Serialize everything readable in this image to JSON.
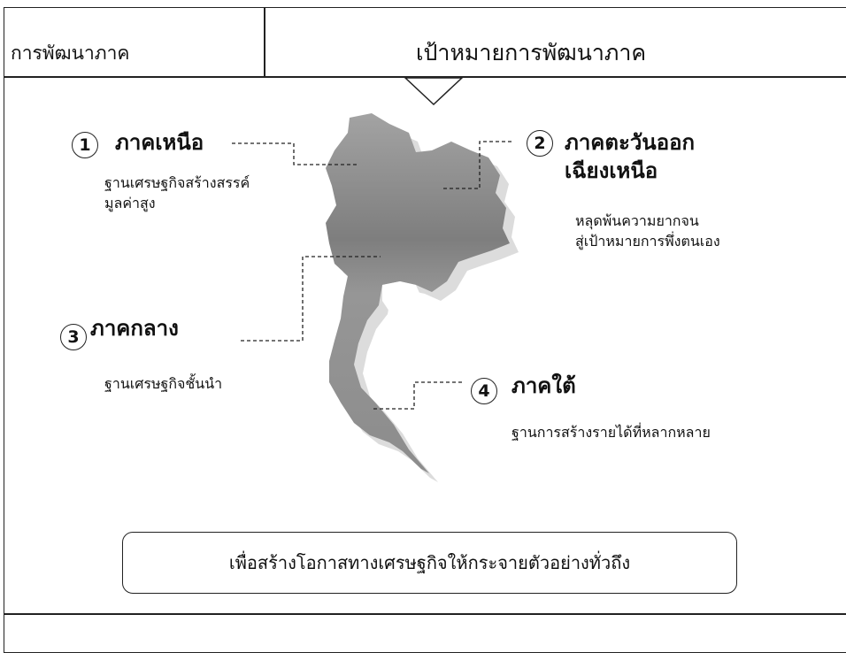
{
  "header": {
    "left_title": "การพัฒนาภาค",
    "right_title": "เป้าหมายการพัฒนาภาค"
  },
  "regions": [
    {
      "number": "1",
      "name": "ภาคเหนือ",
      "description": [
        "ฐานเศรษฐกิจสร้างสรรค์",
        "มูลค่าสูง"
      ]
    },
    {
      "number": "2",
      "name": [
        "ภาคตะวันออก",
        "เฉียงเหนือ"
      ],
      "description": [
        "หลุดพ้นความยากจน",
        "สู่เป้าหมายการพึ่งตนเอง"
      ]
    },
    {
      "number": "3",
      "name": "ภาคกลาง",
      "description": [
        "ฐานเศรษฐกิจชั้นนำ"
      ]
    },
    {
      "number": "4",
      "name": "ภาคใต้",
      "description": [
        "ฐานการสร้างรายได้ที่หลากหลาย"
      ]
    }
  ],
  "footer": {
    "goal_text": "เพื่อสร้างโอกาสทางเศรษฐกิจให้กระจายตัวอย่างทั่วถึง"
  },
  "map_fill": "#8a8a8a",
  "map_shadow": "#d8d8d8"
}
